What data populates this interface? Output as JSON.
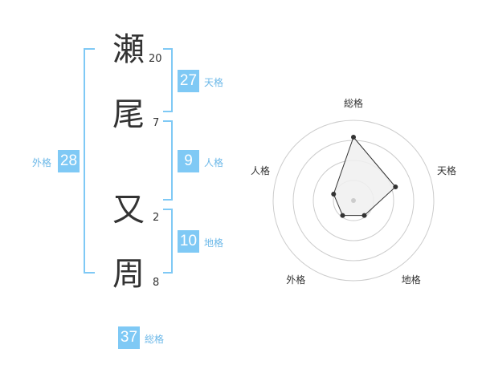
{
  "name": {
    "chars": [
      {
        "char": "瀬",
        "strokes": "20"
      },
      {
        "char": "尾",
        "strokes": "7"
      },
      {
        "char": "又",
        "strokes": "2"
      },
      {
        "char": "周",
        "strokes": "8"
      }
    ]
  },
  "fortunes": {
    "tenkaku": {
      "value": "27",
      "label": "天格"
    },
    "jinkaku": {
      "value": "9",
      "label": "人格"
    },
    "chikaku": {
      "value": "10",
      "label": "地格"
    },
    "gaikaku": {
      "value": "28",
      "label": "外格"
    },
    "soukaku": {
      "value": "37",
      "label": "総格"
    }
  },
  "chart_data": {
    "type": "radar",
    "axes": [
      "総格",
      "天格",
      "地格",
      "外格",
      "人格"
    ],
    "values": [
      0.79,
      0.55,
      0.23,
      0.23,
      0.26
    ],
    "range": [
      0,
      1
    ],
    "rings": 4,
    "colors": {
      "fill": "#f0f0f0",
      "line": "#333333",
      "ring": "#cccccc",
      "center": "#cccccc"
    }
  }
}
